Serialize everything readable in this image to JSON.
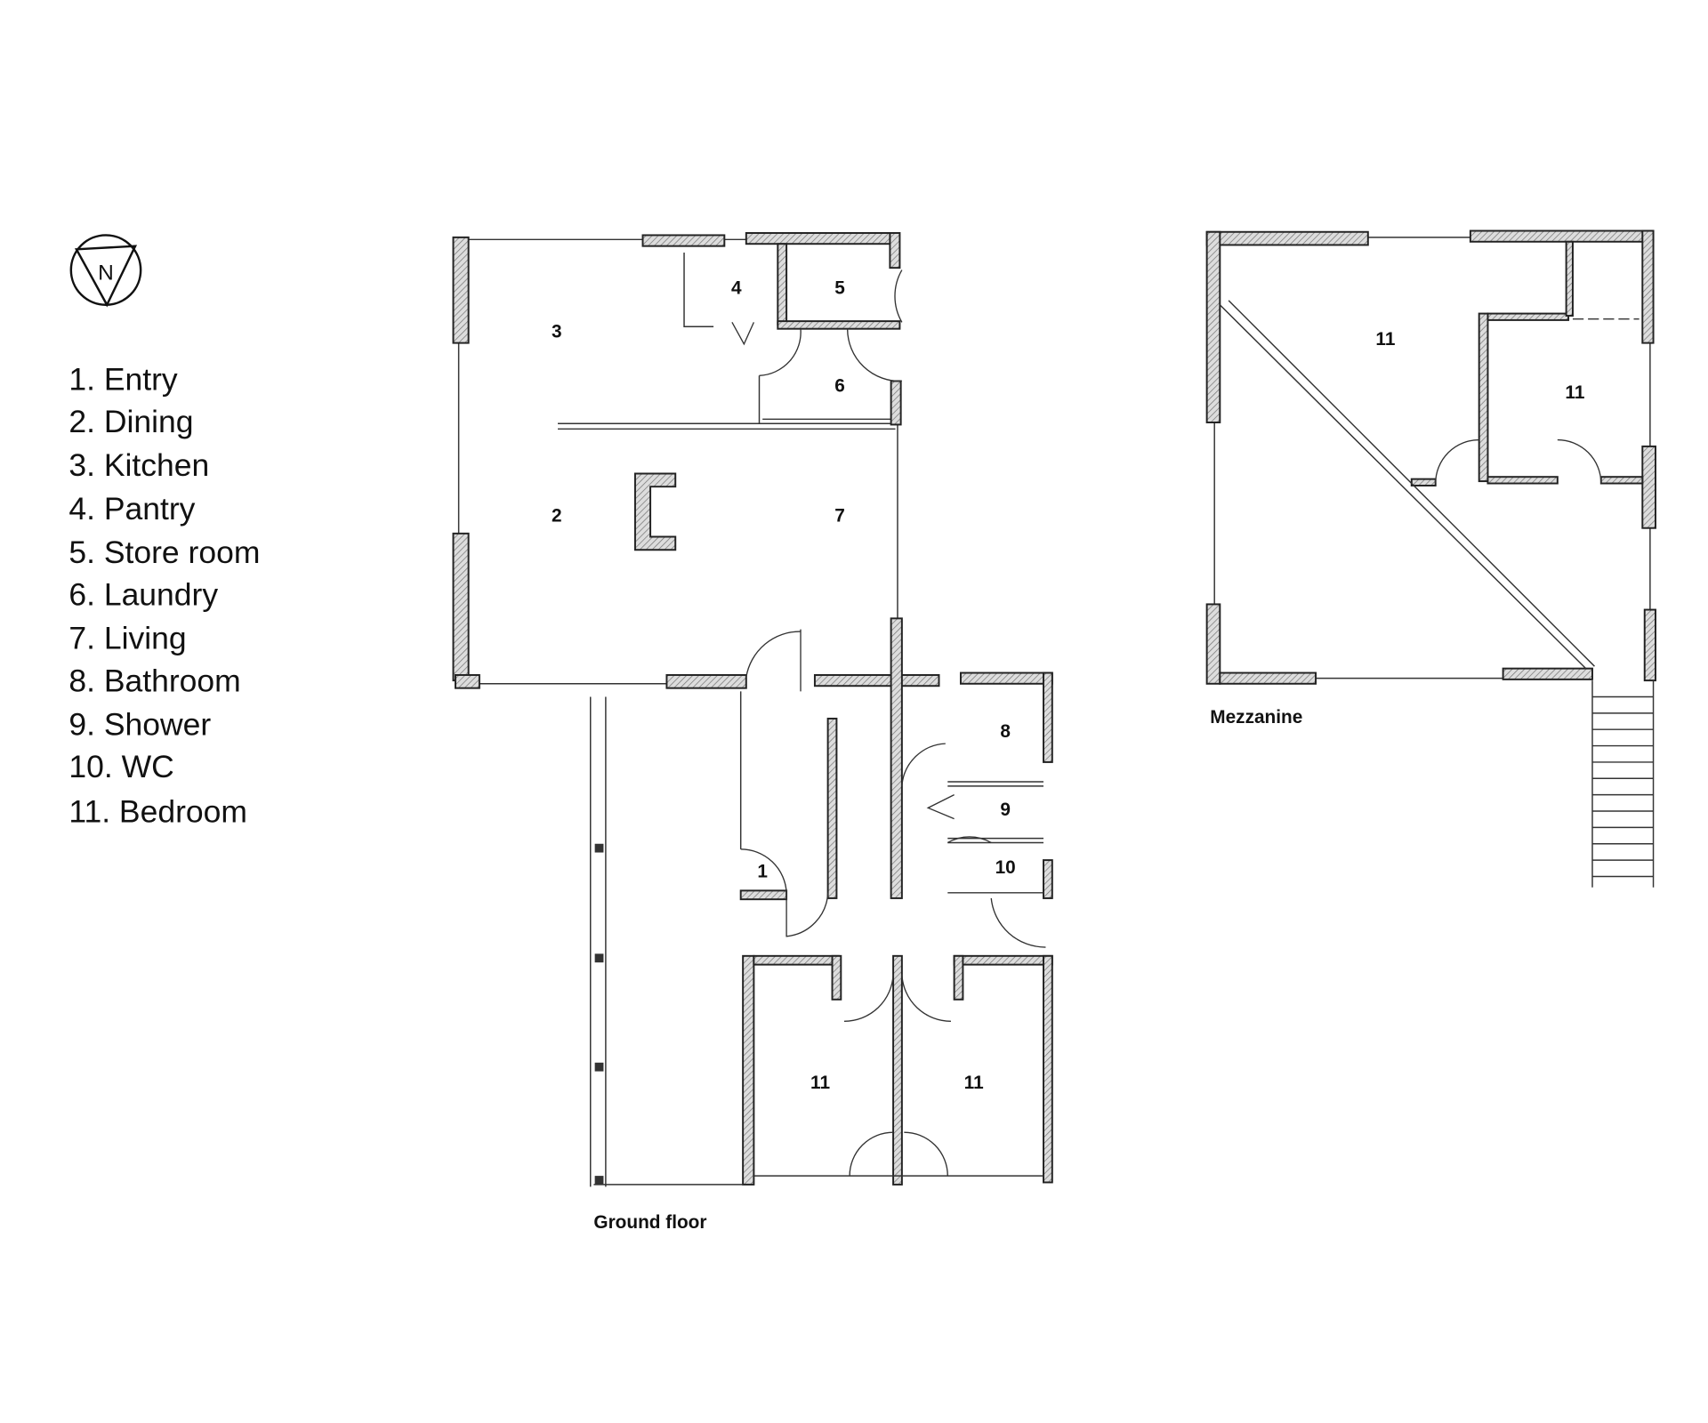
{
  "north_arrow": {
    "label": "N"
  },
  "legend": [
    "1. Entry",
    "2. Dining",
    "3. Kitchen",
    "4. Pantry",
    "5. Store room",
    "6. Laundry",
    "7. Living",
    "8. Bathroom",
    "9. Shower",
    "10. WC",
    "11. Bedroom"
  ],
  "ground_floor": {
    "caption": "Ground floor",
    "rooms": {
      "entry": "1",
      "dining": "2",
      "kitchen": "3",
      "pantry": "4",
      "store": "5",
      "laundry": "6",
      "living": "7",
      "bathroom": "8",
      "shower": "9",
      "wc": "10",
      "bedroom_a": "11",
      "bedroom_b": "11"
    }
  },
  "mezzanine": {
    "caption": "Mezzanine",
    "rooms": {
      "bedroom_a": "11",
      "bedroom_b": "11"
    }
  }
}
